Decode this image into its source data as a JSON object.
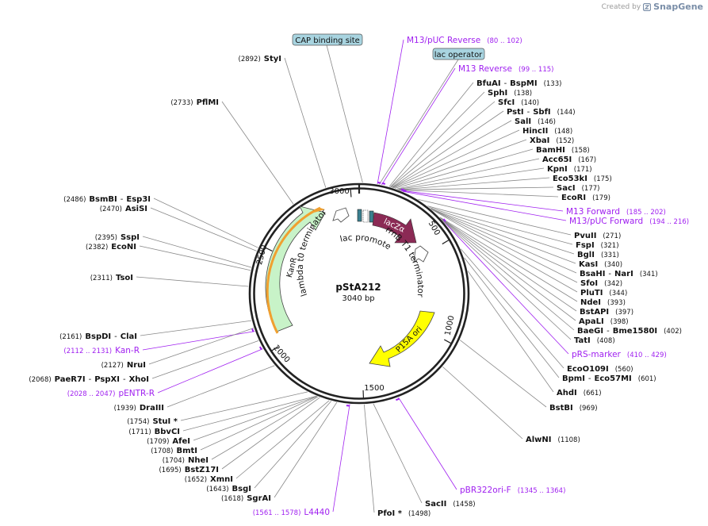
{
  "credit": {
    "prefix": "Created by",
    "brand": "SnapGene"
  },
  "plasmid": {
    "name": "pStA212",
    "length_label": "3040 bp",
    "length": 3040
  },
  "ticks": [
    {
      "pos": 500,
      "label": "500"
    },
    {
      "pos": 1000,
      "label": "1000"
    },
    {
      "pos": 1500,
      "label": "1500"
    },
    {
      "pos": 2000,
      "label": "2000"
    },
    {
      "pos": 2500,
      "label": "2500"
    },
    {
      "pos": 3000,
      "label": "3000"
    }
  ],
  "features": [
    {
      "name": "lacZα",
      "label": "lacZα",
      "start": 185,
      "end": 379,
      "color": "#8b2a55",
      "kind": "arrow",
      "label_on_arrow": true
    },
    {
      "name": "P15A ori",
      "label": "P15A ori",
      "start": 760,
      "end": 1303,
      "color": "#ffff00",
      "kind": "arrow-rev",
      "label_on_arrow": true
    },
    {
      "name": "KanR",
      "label": "KanR",
      "start": 2126,
      "end": 2921,
      "color": "#c8f0c8",
      "kind": "arrow",
      "label_on_arrow": true
    },
    {
      "name": "lambda t0 terminator",
      "label": "lambda t0 terminator",
      "start": 2285,
      "end": 2370,
      "color": "#ffffff",
      "kind": "box"
    },
    {
      "name": "rrnB T1 terminator",
      "label": "rrnB T1 terminator",
      "start": 580,
      "end": 625,
      "color": "#ffffff",
      "kind": "box"
    },
    {
      "name": "lac promoter",
      "label": "lac promoter",
      "start": 3000,
      "end": 3031,
      "color": "#ffffff",
      "kind": "box"
    },
    {
      "name": "lac operator",
      "label": "lac operator",
      "start": 80,
      "end": 96,
      "color": "#2f7a8a",
      "kind": "box"
    },
    {
      "name": "CAP binding site",
      "label": "CAP binding site",
      "start": 5,
      "end": 25,
      "color": "#2f7a8a",
      "kind": "box"
    }
  ],
  "inner_labels": [
    {
      "text": "lambda t0 terminator",
      "angle": -28
    },
    {
      "text": "lac promoter",
      "angle": 22
    },
    {
      "text": "rrnB T1 terminator",
      "angle": 50
    },
    {
      "text": "KanR",
      "angle": -72
    },
    {
      "text": "lacZα",
      "angle": 25
    },
    {
      "text": "P15A ori",
      "angle": -45
    }
  ],
  "boxed_labels": [
    {
      "text": "CAP binding site",
      "color": "#a8d4e0"
    },
    {
      "text": "lac operator",
      "color": "#a8d4e0"
    }
  ],
  "site_labels": [
    {
      "parts": [
        {
          "t": "(2892)",
          "s": "pos"
        },
        {
          "t": "StyI",
          "s": "name"
        }
      ]
    },
    {
      "parts": [
        {
          "t": "(2733)",
          "s": "pos"
        },
        {
          "t": "PflMI",
          "s": "name"
        }
      ]
    },
    {
      "parts": [
        {
          "t": "(2486)",
          "s": "pos"
        },
        {
          "t": "BsmBI",
          "s": "name"
        },
        {
          "t": "-",
          "s": "sep"
        },
        {
          "t": "Esp3I",
          "s": "name"
        }
      ]
    },
    {
      "parts": [
        {
          "t": "(2470)",
          "s": "pos"
        },
        {
          "t": "AsiSI",
          "s": "name"
        }
      ]
    },
    {
      "parts": [
        {
          "t": "(2395)",
          "s": "pos"
        },
        {
          "t": "SspI",
          "s": "name"
        }
      ]
    },
    {
      "parts": [
        {
          "t": "(2382)",
          "s": "pos"
        },
        {
          "t": "EcoNI",
          "s": "name"
        }
      ]
    },
    {
      "parts": [
        {
          "t": "(2311)",
          "s": "pos"
        },
        {
          "t": "TsoI",
          "s": "name"
        }
      ]
    },
    {
      "parts": [
        {
          "t": "(2161)",
          "s": "pos"
        },
        {
          "t": "BspDI",
          "s": "name"
        },
        {
          "t": "-",
          "s": "sep"
        },
        {
          "t": "ClaI",
          "s": "name"
        }
      ]
    },
    {
      "parts": [
        {
          "t": "(2112 .. 2131)",
          "s": "ppos"
        },
        {
          "t": "Kan-R",
          "s": "primer"
        }
      ]
    },
    {
      "parts": [
        {
          "t": "(2127)",
          "s": "pos"
        },
        {
          "t": "NruI",
          "s": "name"
        }
      ]
    },
    {
      "parts": [
        {
          "t": "(2068)",
          "s": "pos"
        },
        {
          "t": "PaeR7I",
          "s": "name"
        },
        {
          "t": "-",
          "s": "sep"
        },
        {
          "t": "PspXI",
          "s": "name"
        },
        {
          "t": "-",
          "s": "sep"
        },
        {
          "t": "XhoI",
          "s": "name"
        }
      ]
    },
    {
      "parts": [
        {
          "t": "(2028 .. 2047)",
          "s": "ppos"
        },
        {
          "t": "pENTR-R",
          "s": "primer"
        }
      ]
    },
    {
      "parts": [
        {
          "t": "(1939)",
          "s": "pos"
        },
        {
          "t": "DraIII",
          "s": "name"
        }
      ]
    },
    {
      "parts": [
        {
          "t": "(1754)",
          "s": "pos"
        },
        {
          "t": "StuI *",
          "s": "name"
        }
      ]
    },
    {
      "parts": [
        {
          "t": "(1711)",
          "s": "pos"
        },
        {
          "t": "BbvCI",
          "s": "name"
        }
      ]
    },
    {
      "parts": [
        {
          "t": "(1709)",
          "s": "pos"
        },
        {
          "t": "AfeI",
          "s": "name"
        }
      ]
    },
    {
      "parts": [
        {
          "t": "(1708)",
          "s": "pos"
        },
        {
          "t": "BmtI",
          "s": "name"
        }
      ]
    },
    {
      "parts": [
        {
          "t": "(1704)",
          "s": "pos"
        },
        {
          "t": "NheI",
          "s": "name"
        }
      ]
    },
    {
      "parts": [
        {
          "t": "(1695)",
          "s": "pos"
        },
        {
          "t": "BstZ17I",
          "s": "name"
        }
      ]
    },
    {
      "parts": [
        {
          "t": "(1652)",
          "s": "pos"
        },
        {
          "t": "XmnI",
          "s": "name"
        }
      ]
    },
    {
      "parts": [
        {
          "t": "(1643)",
          "s": "pos"
        },
        {
          "t": "BsgI",
          "s": "name"
        }
      ]
    },
    {
      "parts": [
        {
          "t": "(1618)",
          "s": "pos"
        },
        {
          "t": "SgrAI",
          "s": "name"
        }
      ]
    },
    {
      "parts": [
        {
          "t": "(1561 .. 1578)",
          "s": "ppos"
        },
        {
          "t": "L4440",
          "s": "primer"
        }
      ]
    },
    {
      "parts": [
        {
          "t": "PfoI *",
          "s": "name"
        },
        {
          "t": "(1498)",
          "s": "pos"
        }
      ]
    },
    {
      "parts": [
        {
          "t": "SacII",
          "s": "name"
        },
        {
          "t": "(1458)",
          "s": "pos"
        }
      ]
    },
    {
      "parts": [
        {
          "t": "pBR322ori-F",
          "s": "primer"
        },
        {
          "t": "(1345 .. 1364)",
          "s": "ppos"
        }
      ]
    },
    {
      "parts": [
        {
          "t": "AlwNI",
          "s": "name"
        },
        {
          "t": "(1108)",
          "s": "pos"
        }
      ]
    },
    {
      "parts": [
        {
          "t": "BstBI",
          "s": "name"
        },
        {
          "t": "(969)",
          "s": "pos"
        }
      ]
    },
    {
      "parts": [
        {
          "t": "AhdI",
          "s": "name"
        },
        {
          "t": "(661)",
          "s": "pos"
        }
      ]
    },
    {
      "parts": [
        {
          "t": "BpmI",
          "s": "name"
        },
        {
          "t": "-",
          "s": "sep"
        },
        {
          "t": "Eco57MI",
          "s": "name"
        },
        {
          "t": "(601)",
          "s": "pos"
        }
      ]
    },
    {
      "parts": [
        {
          "t": "EcoO109I",
          "s": "name"
        },
        {
          "t": "(560)",
          "s": "pos"
        }
      ]
    },
    {
      "parts": [
        {
          "t": "pRS-marker",
          "s": "primer"
        },
        {
          "t": "(410 .. 429)",
          "s": "ppos"
        }
      ]
    },
    {
      "parts": [
        {
          "t": "TatI",
          "s": "name"
        },
        {
          "t": "(408)",
          "s": "pos"
        }
      ]
    },
    {
      "parts": [
        {
          "t": "BaeGI",
          "s": "name"
        },
        {
          "t": "-",
          "s": "sep"
        },
        {
          "t": "Bme1580I",
          "s": "name"
        },
        {
          "t": "(402)",
          "s": "pos"
        }
      ]
    },
    {
      "parts": [
        {
          "t": "ApaLI",
          "s": "name"
        },
        {
          "t": "(398)",
          "s": "pos"
        }
      ]
    },
    {
      "parts": [
        {
          "t": "BstAPI",
          "s": "name"
        },
        {
          "t": "(397)",
          "s": "pos"
        }
      ]
    },
    {
      "parts": [
        {
          "t": "NdeI",
          "s": "name"
        },
        {
          "t": "(393)",
          "s": "pos"
        }
      ]
    },
    {
      "parts": [
        {
          "t": "PluTI",
          "s": "name"
        },
        {
          "t": "(344)",
          "s": "pos"
        }
      ]
    },
    {
      "parts": [
        {
          "t": "SfoI",
          "s": "name"
        },
        {
          "t": "(342)",
          "s": "pos"
        }
      ]
    },
    {
      "parts": [
        {
          "t": "BsaHI",
          "s": "name"
        },
        {
          "t": "-",
          "s": "sep"
        },
        {
          "t": "NarI",
          "s": "name"
        },
        {
          "t": "(341)",
          "s": "pos"
        }
      ]
    },
    {
      "parts": [
        {
          "t": "KasI",
          "s": "name"
        },
        {
          "t": "(340)",
          "s": "pos"
        }
      ]
    },
    {
      "parts": [
        {
          "t": "BglI",
          "s": "name"
        },
        {
          "t": "(331)",
          "s": "pos"
        }
      ]
    },
    {
      "parts": [
        {
          "t": "FspI",
          "s": "name"
        },
        {
          "t": "(321)",
          "s": "pos"
        }
      ]
    },
    {
      "parts": [
        {
          "t": "PvuII",
          "s": "name"
        },
        {
          "t": "(271)",
          "s": "pos"
        }
      ]
    },
    {
      "parts": [
        {
          "t": "M13/pUC Forward",
          "s": "primer"
        },
        {
          "t": "(194 .. 216)",
          "s": "ppos"
        }
      ]
    },
    {
      "parts": [
        {
          "t": "M13 Forward",
          "s": "primer"
        },
        {
          "t": "(185 .. 202)",
          "s": "ppos"
        }
      ]
    },
    {
      "parts": [
        {
          "t": "EcoRI",
          "s": "name"
        },
        {
          "t": "(179)",
          "s": "pos"
        }
      ]
    },
    {
      "parts": [
        {
          "t": "SacI",
          "s": "name"
        },
        {
          "t": "(177)",
          "s": "pos"
        }
      ]
    },
    {
      "parts": [
        {
          "t": "Eco53kI",
          "s": "name"
        },
        {
          "t": "(175)",
          "s": "pos"
        }
      ]
    },
    {
      "parts": [
        {
          "t": "KpnI",
          "s": "name"
        },
        {
          "t": "(171)",
          "s": "pos"
        }
      ]
    },
    {
      "parts": [
        {
          "t": "Acc65I",
          "s": "name"
        },
        {
          "t": "(167)",
          "s": "pos"
        }
      ]
    },
    {
      "parts": [
        {
          "t": "BamHI",
          "s": "name"
        },
        {
          "t": "(158)",
          "s": "pos"
        }
      ]
    },
    {
      "parts": [
        {
          "t": "XbaI",
          "s": "name"
        },
        {
          "t": "(152)",
          "s": "pos"
        }
      ]
    },
    {
      "parts": [
        {
          "t": "HincII",
          "s": "name"
        },
        {
          "t": "(148)",
          "s": "pos"
        }
      ]
    },
    {
      "parts": [
        {
          "t": "SalI",
          "s": "name"
        },
        {
          "t": "(146)",
          "s": "pos"
        }
      ]
    },
    {
      "parts": [
        {
          "t": "PstI",
          "s": "name"
        },
        {
          "t": "-",
          "s": "sep"
        },
        {
          "t": "SbfI",
          "s": "name"
        },
        {
          "t": "(144)",
          "s": "pos"
        }
      ]
    },
    {
      "parts": [
        {
          "t": "SfcI",
          "s": "name"
        },
        {
          "t": "(140)",
          "s": "pos"
        }
      ]
    },
    {
      "parts": [
        {
          "t": "SphI",
          "s": "name"
        },
        {
          "t": "(138)",
          "s": "pos"
        }
      ]
    },
    {
      "parts": [
        {
          "t": "BfuAI",
          "s": "name"
        },
        {
          "t": "-",
          "s": "sep"
        },
        {
          "t": "BspMI",
          "s": "name"
        },
        {
          "t": "(133)",
          "s": "pos"
        }
      ]
    },
    {
      "parts": [
        {
          "t": "M13 Reverse",
          "s": "primer"
        },
        {
          "t": "(99 .. 115)",
          "s": "ppos"
        }
      ]
    },
    {
      "parts": [
        {
          "t": "M13/pUC Reverse",
          "s": "primer"
        },
        {
          "t": "(80 .. 102)",
          "s": "ppos"
        }
      ]
    }
  ]
}
